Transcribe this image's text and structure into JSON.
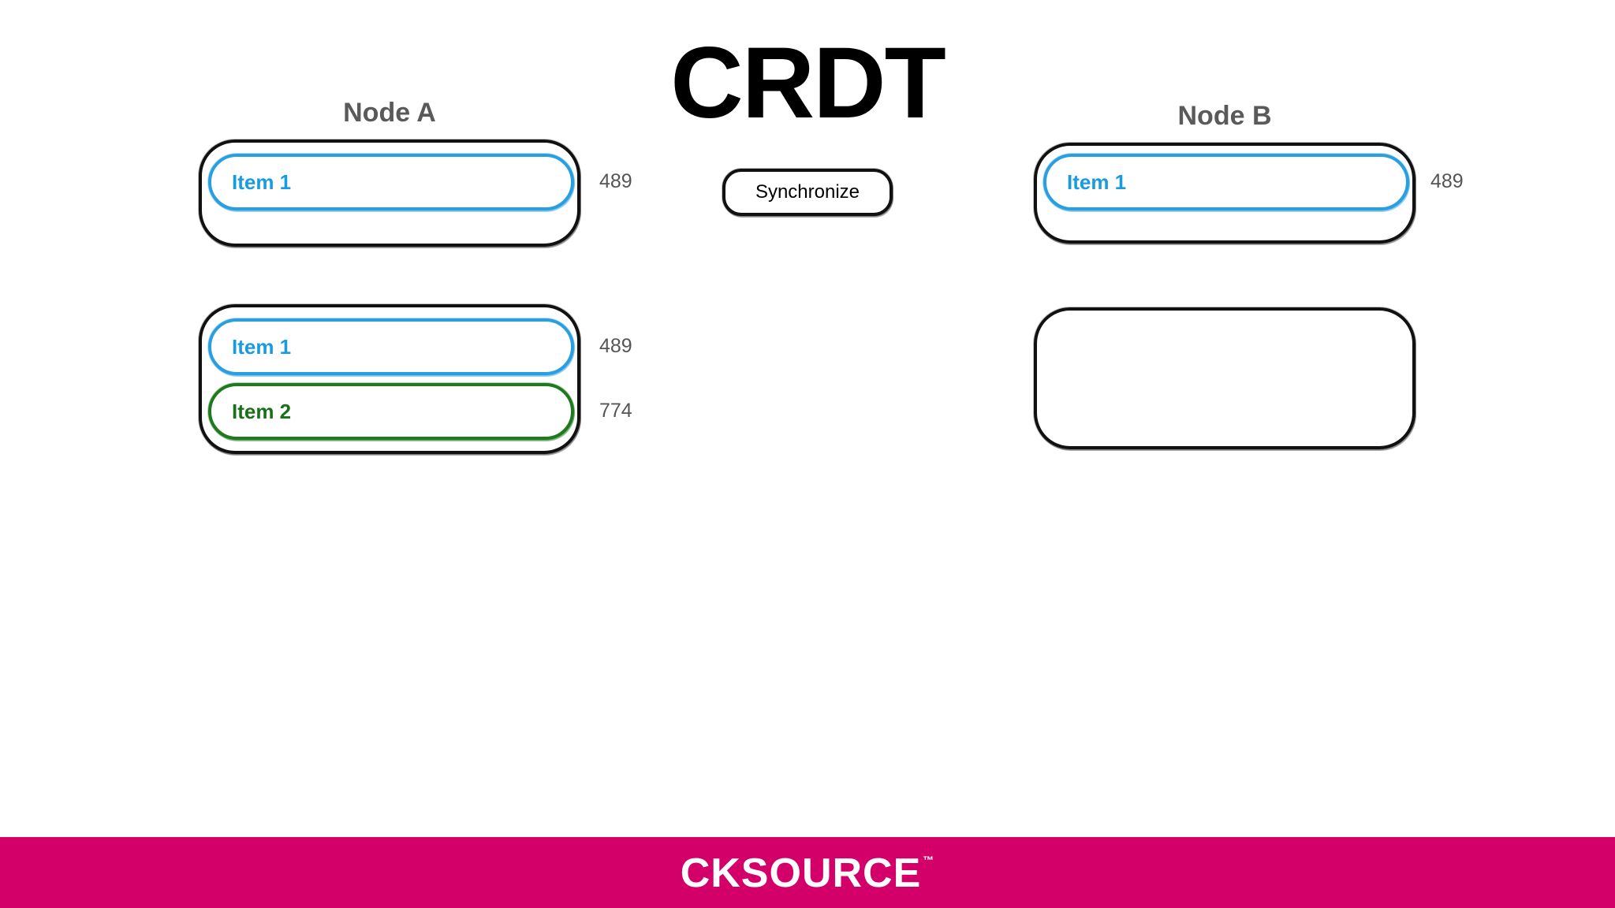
{
  "title": "CRDT",
  "sync_button_label": "Synchronize",
  "node_a": {
    "label": "Node A",
    "group_1": [
      {
        "label": "Item 1",
        "count": "489"
      }
    ],
    "group_2": [
      {
        "label": "Item 1",
        "count": "489"
      },
      {
        "label": "Item 2",
        "count": "774"
      }
    ]
  },
  "node_b": {
    "label": "Node B",
    "group_1": [
      {
        "label": "Item 1",
        "count": "489"
      }
    ],
    "group_2": []
  },
  "footer": {
    "logo_text": "CKSOURCE",
    "logo_mark": "™"
  },
  "colors": {
    "item_1": "#1a9be0",
    "item_2": "#1a7019",
    "footer": "#d4006a"
  }
}
